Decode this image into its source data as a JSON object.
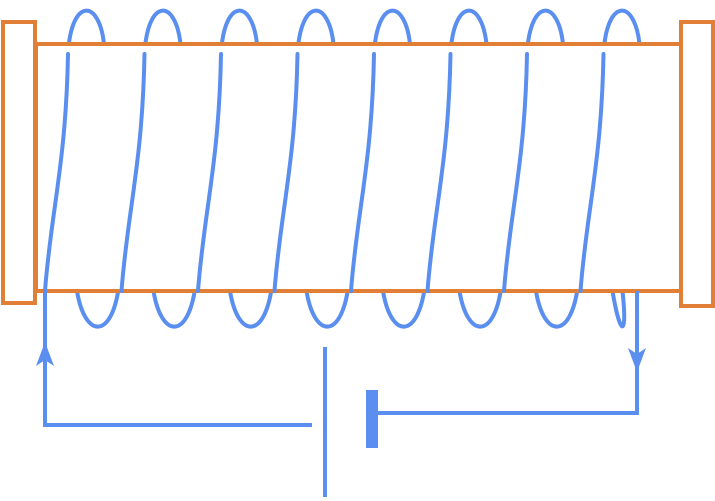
{
  "diagram": {
    "subject": "solenoid-coil-with-battery",
    "colors": {
      "core": "#e07f35",
      "wire": "#5a8ff0",
      "background": "#ffffff"
    },
    "coil": {
      "turns": 8
    },
    "current_arrows": [
      {
        "name": "left-lead-arrow",
        "direction": "up"
      },
      {
        "name": "right-lead-arrow",
        "direction": "down"
      }
    ],
    "battery": {
      "plates": [
        "long-thin",
        "short-thick"
      ]
    }
  }
}
